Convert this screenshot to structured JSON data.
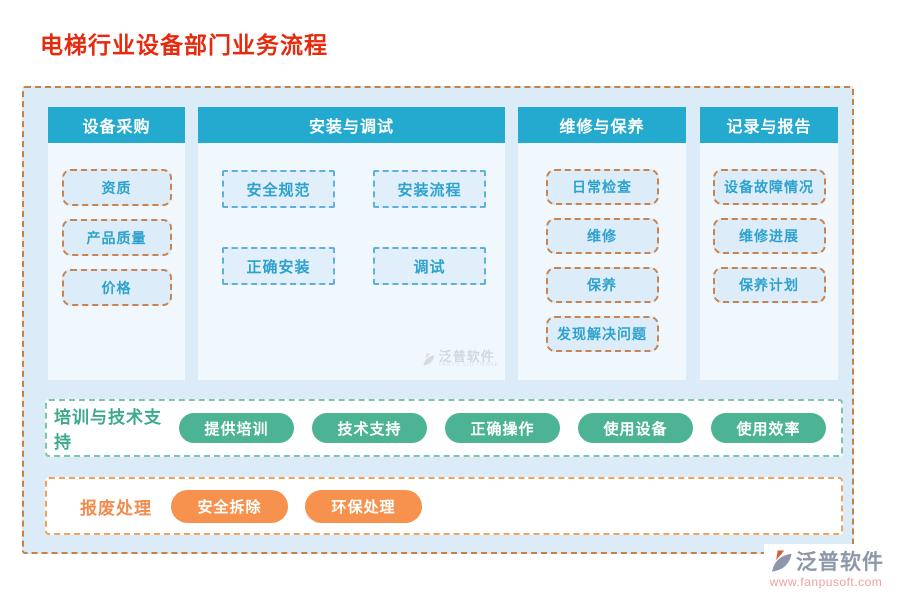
{
  "page_title": "电梯行业设备部门业务流程",
  "flow": {
    "columns": [
      {
        "header": "设备采购",
        "items": [
          "资质",
          "产品质量",
          "价格"
        ]
      },
      {
        "header": "安装与调试",
        "items": [
          "安全规范",
          "安装流程",
          "正确安装",
          "调试"
        ]
      },
      {
        "header": "维修与保养",
        "items": [
          "日常检查",
          "维修",
          "保养",
          "发现解决问题"
        ]
      },
      {
        "header": "记录与报告",
        "items": [
          "设备故障情况",
          "维修进展",
          "保养计划"
        ]
      }
    ],
    "training_row": {
      "label": "培训与技术支持",
      "pills": [
        "提供培训",
        "技术支持",
        "正确操作",
        "使用设备",
        "使用效率"
      ]
    },
    "scrap_row": {
      "label": "报废处理",
      "pills": [
        "安全拆除",
        "环保处理"
      ]
    }
  },
  "watermark": {
    "text": "泛普软件",
    "subtext": "FANPU SOFTWARE"
  },
  "brand": {
    "name": "泛普软件",
    "website": "www.fanpusoft.com"
  },
  "colors": {
    "title_red": "#e52a0e",
    "header_teal": "#24a9cf",
    "item_text_teal": "#2ea2cd",
    "item_fill_blue": "#dcecf9",
    "orange_dash_border": "#c9834f",
    "blue_dash_border": "#5fb0dd",
    "container_border": "#c8813f",
    "container_bg": "#dcebf8",
    "green_accent": "#4cb394",
    "green_dash_border": "#7cc4ac",
    "orange_accent": "#f6924e",
    "orange_row_border": "#f2a359",
    "brand_gray": "#8d97a9",
    "brand_url_pink": "#ef9f9f"
  }
}
